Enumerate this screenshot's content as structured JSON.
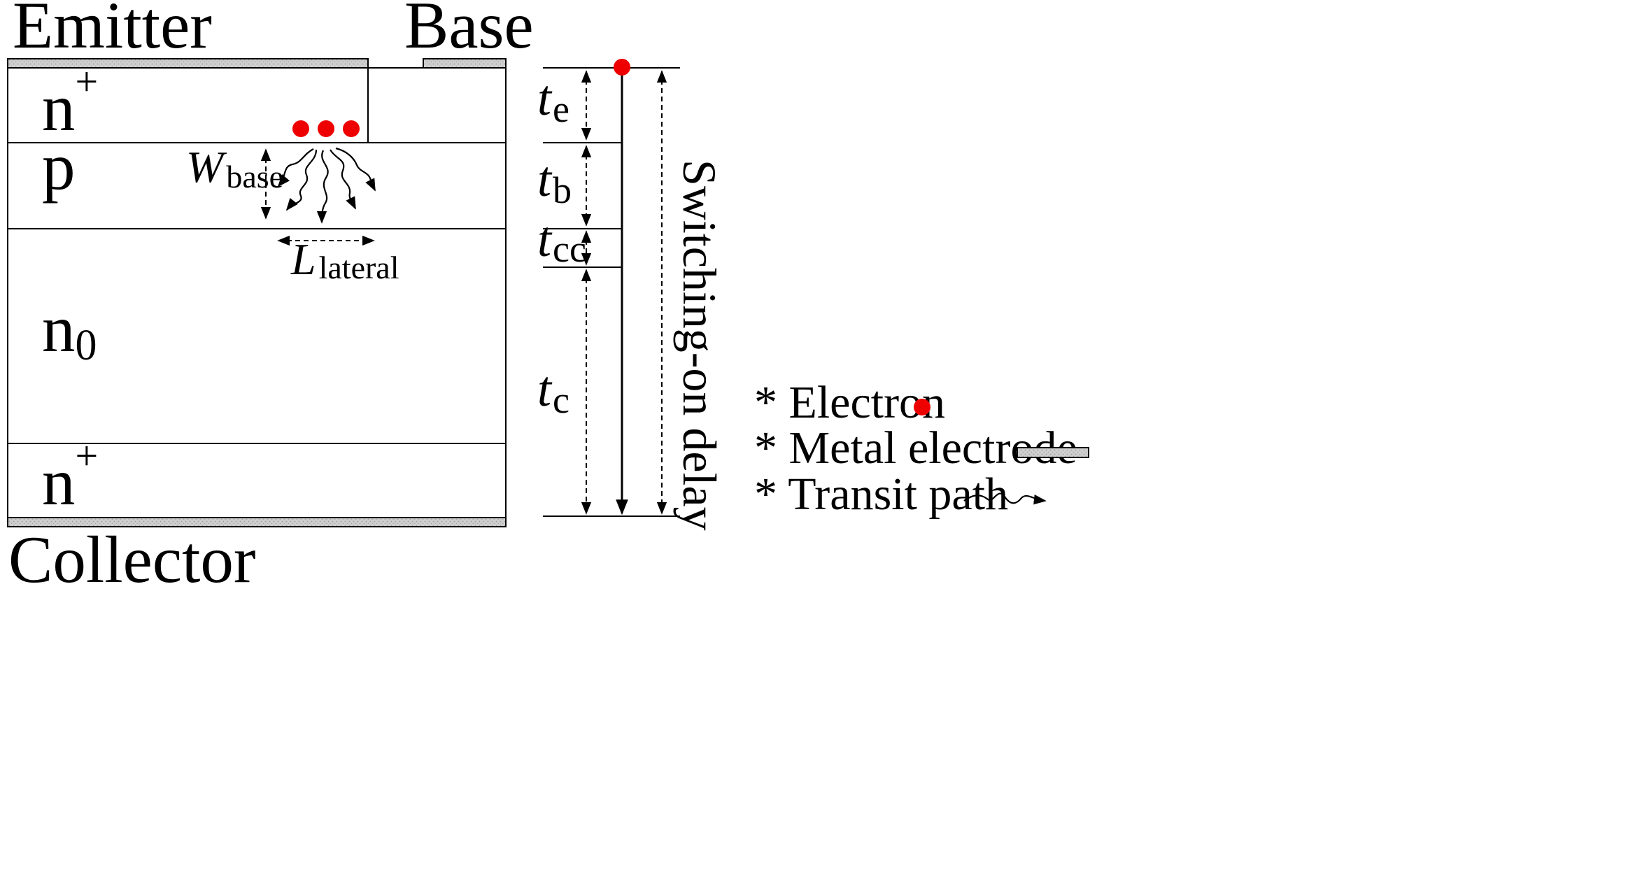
{
  "colors": {
    "electron": "#ee0000",
    "metal_fill": "#cfcfcf",
    "line": "#000000"
  },
  "terminals": {
    "emitter": "Emitter",
    "base": "Base",
    "collector": "Collector"
  },
  "regions": {
    "emitter_n": {
      "base": "n",
      "sup": "+"
    },
    "base_p": {
      "base": "p"
    },
    "drift": {
      "base": "n",
      "sub": "0"
    },
    "collector_n": {
      "base": "n",
      "sup": "+"
    }
  },
  "dimensions": {
    "w_base": {
      "symbol": "W",
      "sub": "base"
    },
    "l_lateral": {
      "symbol": "L",
      "sub": "lateral"
    }
  },
  "timing": {
    "te": {
      "symbol": "t",
      "sub": "e"
    },
    "tb": {
      "symbol": "t",
      "sub": "b"
    },
    "tcc": {
      "symbol": "t",
      "sub": "cc"
    },
    "tc": {
      "symbol": "t",
      "sub": "c"
    },
    "total_label": "Switching-on delay"
  },
  "legend": [
    {
      "label": "* Electron",
      "icon": "electron-dot"
    },
    {
      "label": "* Metal electrode",
      "icon": "metal-bar"
    },
    {
      "label": "* Transit path",
      "icon": "wavy-arrow"
    }
  ]
}
